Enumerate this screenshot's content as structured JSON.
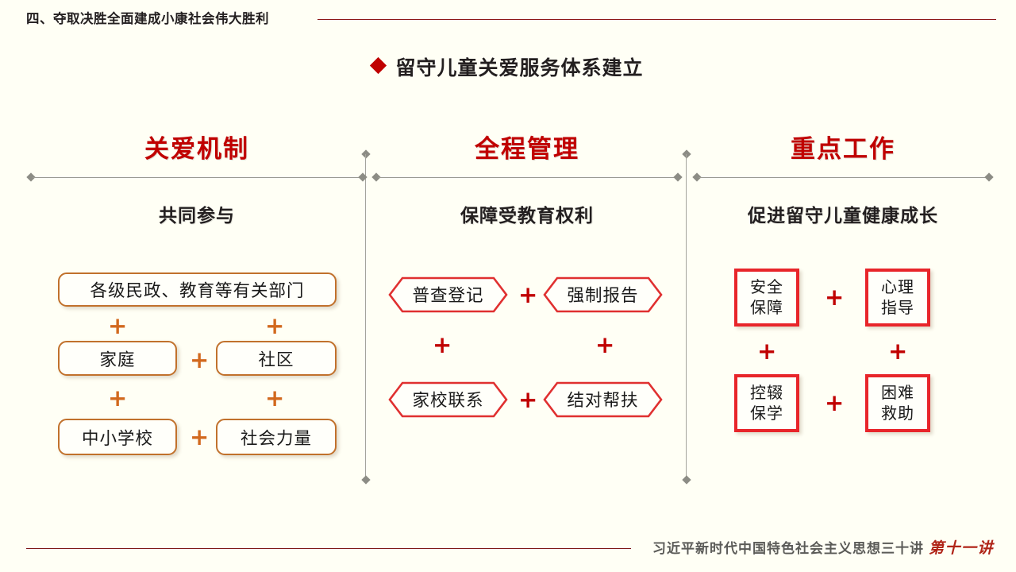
{
  "header": {
    "section_title": "四、夺取决胜全面建成小康社会伟大胜利"
  },
  "main_title": {
    "bullet": "diamond-bullet",
    "text": "留守儿童关爱服务体系建立"
  },
  "columns": [
    {
      "heading": "关爱机制",
      "subtitle": "共同参与",
      "shape": "rounded-rect",
      "accent_color": "#c1712c",
      "plus_color": "#d2691e",
      "items": [
        {
          "label": "各级民政、教育等有关部门"
        },
        {
          "label": "家庭"
        },
        {
          "label": "社区"
        },
        {
          "label": "中小学校"
        },
        {
          "label": "社会力量"
        }
      ],
      "plus_symbols": [
        "+",
        "+",
        "+",
        "+",
        "+",
        "+",
        "+"
      ]
    },
    {
      "heading": "全程管理",
      "subtitle": "保障受教育权利",
      "shape": "hexagon",
      "accent_color": "#e03030",
      "plus_color": "#c00000",
      "items": [
        {
          "label": "普查登记"
        },
        {
          "label": "强制报告"
        },
        {
          "label": "家校联系"
        },
        {
          "label": "结对帮扶"
        }
      ],
      "plus_symbols": [
        "+",
        "+",
        "+",
        "+"
      ]
    },
    {
      "heading": "重点工作",
      "subtitle": "促进留守儿童健康成长",
      "shape": "square",
      "accent_color": "#e8252a",
      "plus_color": "#e8252a",
      "items": [
        {
          "line1": "安全",
          "line2": "保障"
        },
        {
          "line1": "心理",
          "line2": "指导"
        },
        {
          "line1": "控辍",
          "line2": "保学"
        },
        {
          "line1": "困难",
          "line2": "救助"
        }
      ],
      "plus_symbols": [
        "+",
        "+",
        "+",
        "+"
      ]
    }
  ],
  "footer": {
    "series_title": "习近平新时代中国特色社会主义思想三十讲",
    "lecture": "第十一讲"
  },
  "theme": {
    "background": "#fffff5",
    "red": "#c00000",
    "dark_red": "#8c1717",
    "orange": "#c1712c",
    "text_dark": "#231f20",
    "gray_line": "#9a9a93"
  }
}
